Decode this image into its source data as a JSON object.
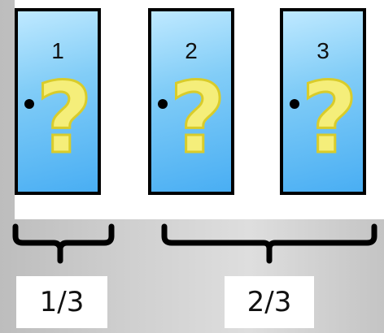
{
  "doors": [
    {
      "number": "1"
    },
    {
      "number": "2"
    },
    {
      "number": "3"
    }
  ],
  "door_symbol": "?",
  "groups": [
    {
      "label": "1/3"
    },
    {
      "label": "2/3"
    }
  ],
  "colors": {
    "door_light": "#bfe9ff",
    "door_dark": "#49aef3",
    "question_mark_fill": "#f5ee7a",
    "question_mark_stroke": "#d9cc2a",
    "outline": "#000000"
  }
}
